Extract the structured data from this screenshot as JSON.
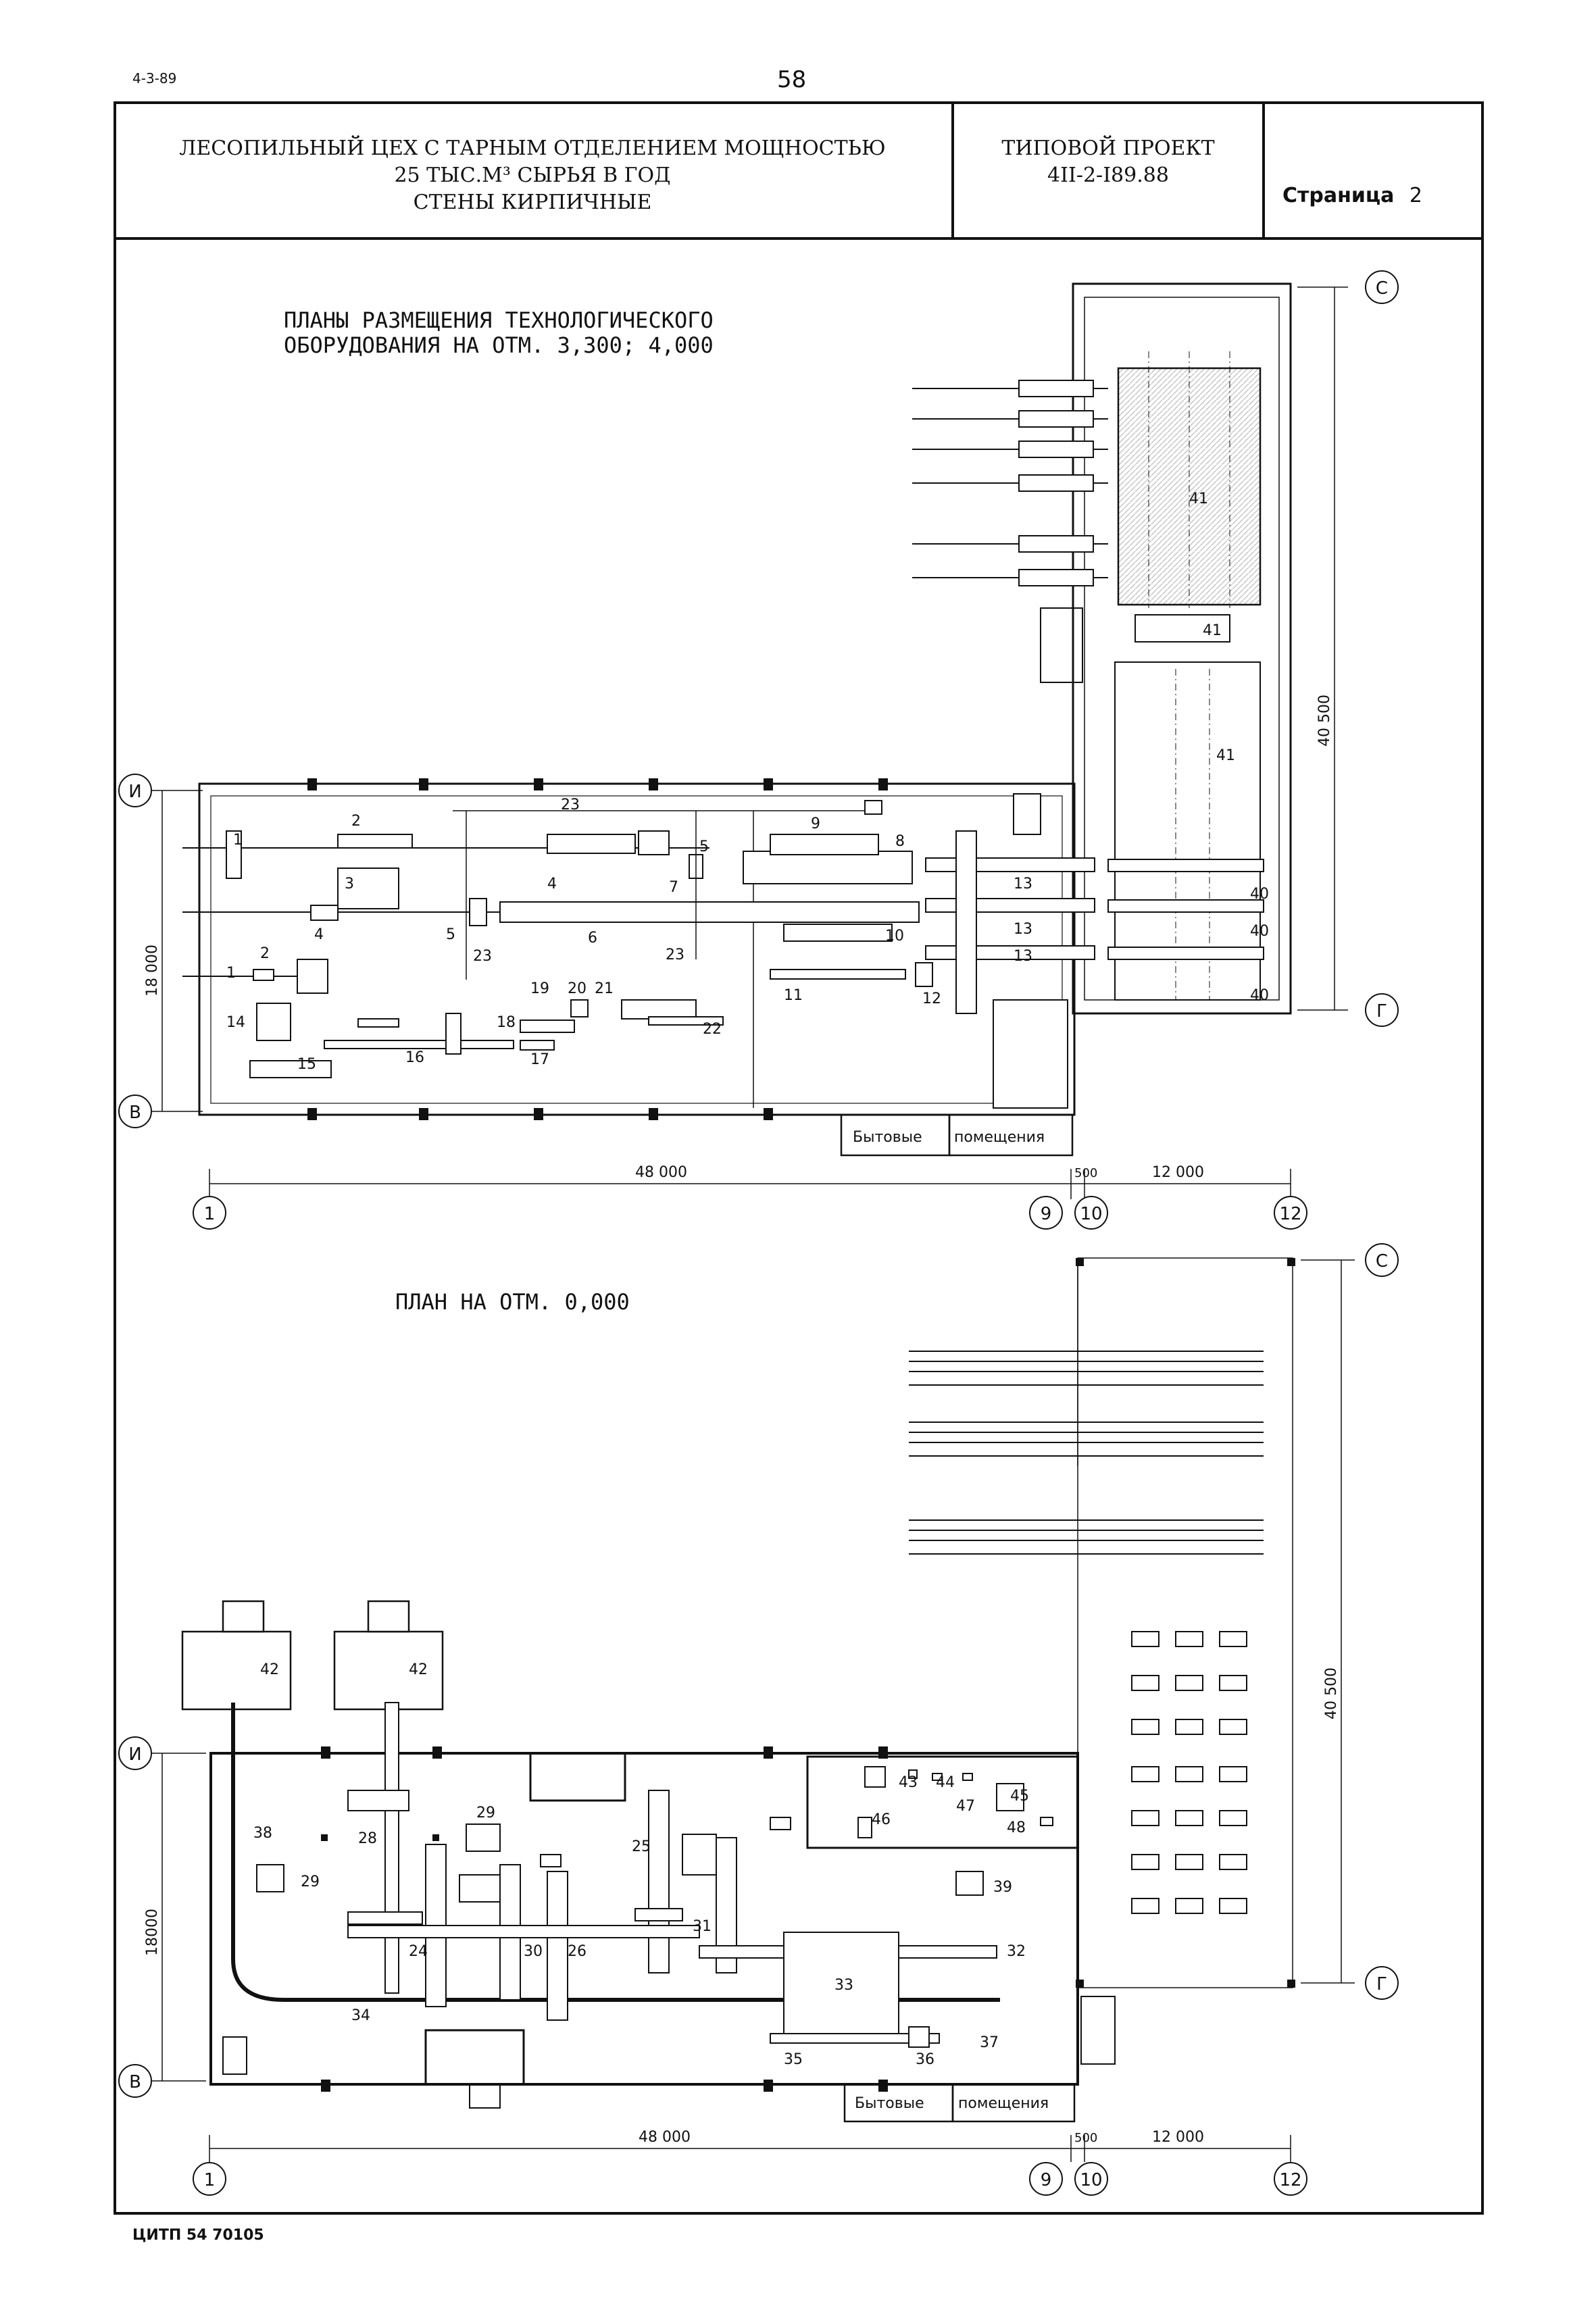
{
  "header": {
    "doc_code": "4-3-89",
    "page_number": "58",
    "title_line1": "ЛЕСОПИЛЬНЫЙ ЦЕХ С ТАРНЫМ ОТДЕЛЕНИЕМ МОЩНОСТЬЮ",
    "title_line2": "25 ТЫС.М³ СЫРЬЯ В ГОД",
    "title_line3": "СТЕНЫ КИРПИЧНЫЕ",
    "project_label": "ТИПОВОЙ ПРОЕКТ",
    "project_number": "4II-2-I89.88",
    "page_label": "Страница",
    "page_value": "2"
  },
  "plan_top": {
    "title_line1": "ПЛАНЫ РАЗМЕЩЕНИЯ ТЕХНОЛОГИЧЕСКОГО",
    "title_line2": "ОБОРУДОВАНИЯ НА ОТМ. 3,300; 4,000",
    "axes": {
      "row_top": "И",
      "row_bottom": "В",
      "row_far_top": "С",
      "row_mid": "Г",
      "col1": "1",
      "col9": "9",
      "col10": "10",
      "col12": "12"
    },
    "dims": {
      "width_main": "48 000",
      "gap": "500",
      "width_annex": "12 000",
      "height_main": "18 000",
      "height_annex": "40 500"
    },
    "rooms": {
      "left": "Бытовые",
      "right": "помещения"
    }
  },
  "plan_bottom": {
    "title": "ПЛАН НА ОТМ. 0,000",
    "dims": {
      "width_main": "48 000",
      "gap": "500",
      "width_annex": "12 000",
      "height_main": "18000",
      "height_annex": "40 500"
    },
    "rooms": {
      "left": "Бытовые",
      "right": "помещения"
    }
  },
  "footer": {
    "code": "ЦИТП 54 70105"
  }
}
